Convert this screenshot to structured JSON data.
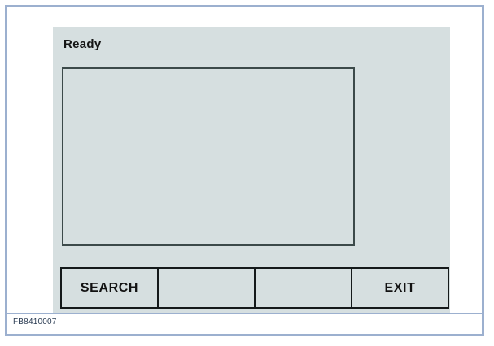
{
  "figure": {
    "caption": "FB8410007",
    "frame_color": "#9cb0cf"
  },
  "device": {
    "panel_color": "#d6dfe0",
    "status": {
      "label": "Ready"
    },
    "display": {
      "content": "",
      "placeholder": ""
    },
    "softkeys": [
      {
        "label": "SEARCH",
        "name": "search"
      },
      {
        "label": "",
        "name": "blank-1"
      },
      {
        "label": "",
        "name": "blank-2"
      },
      {
        "label": "EXIT",
        "name": "exit"
      }
    ]
  }
}
